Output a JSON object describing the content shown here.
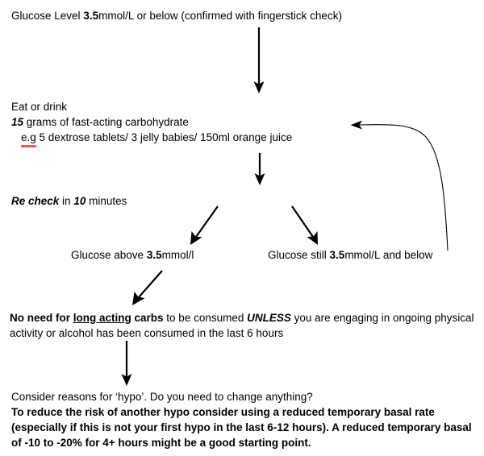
{
  "document": {
    "title": "Hypoglycaemia treatment flowchart",
    "type": "flowchart",
    "background_color": "#ffffff",
    "text_color": "#000000",
    "spellcheck_underline_color": "#e03030"
  },
  "steps": {
    "trigger": {
      "prefix": "Glucose Level ",
      "value": "3.5",
      "suffix": "mmol/L or below (confirmed with fingerstick check)"
    },
    "treat": {
      "line1": "Eat or drink",
      "amount": "15",
      "line2_rest": " grams of fast-acting carbohydrate",
      "examples_prefix": "e.g",
      "examples_rest": " 5 dextrose tablets/ 3 jelly babies/ 150ml orange juice"
    },
    "recheck": {
      "lead": "Re check",
      "middle": " in ",
      "minutes": "10",
      "tail": " minutes"
    },
    "branch_left": {
      "prefix": "Glucose above ",
      "value": "3.5",
      "suffix": "mmol/l"
    },
    "branch_right": {
      "prefix": "Glucose still ",
      "value": "3.5",
      "suffix": "mmol/L and below"
    },
    "no_need": {
      "bold_prefix": "No need for ",
      "bold_underlined": "long acting",
      "bold_suffix": " carbs",
      "plain_1": " to be consumed ",
      "emphasis": "UNLESS",
      "plain_2": " you are engaging in ongoing physical activity or alcohol has been consumed in the last 6 hours"
    },
    "review": {
      "question": "Consider reasons for ‘hypo’.  Do you need to change anything?",
      "advice": "To reduce the risk of another hypo consider using a reduced temporary basal rate (especially if this is not your first hypo in the last 6-12 hours).  A reduced temporary basal of -10 to -20% for 4+ hours might be a good starting point."
    }
  },
  "connectors": [
    {
      "name": "arrow-trigger-to-treat",
      "kind": "straight-down"
    },
    {
      "name": "arrow-treat-to-recheck",
      "kind": "straight-down"
    },
    {
      "name": "arrow-recheck-to-left-branch",
      "kind": "diagonal-down-left"
    },
    {
      "name": "arrow-recheck-to-right-branch",
      "kind": "diagonal-down-right"
    },
    {
      "name": "arrow-left-branch-to-no-need",
      "kind": "diagonal-down-left"
    },
    {
      "name": "arrow-no-need-to-review",
      "kind": "straight-down"
    },
    {
      "name": "arrow-right-branch-loop-back-to-treat",
      "kind": "curved-loop-left"
    }
  ]
}
